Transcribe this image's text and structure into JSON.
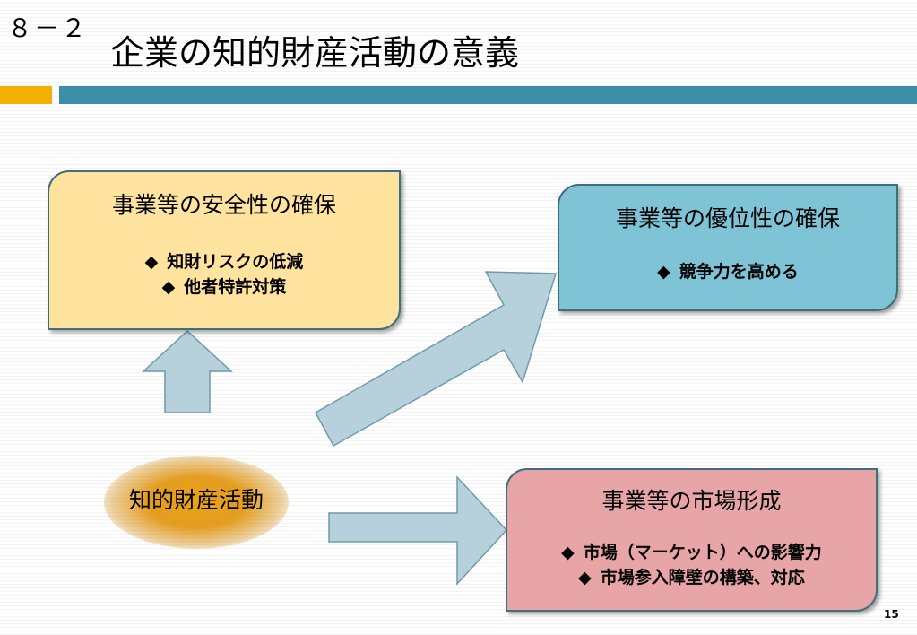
{
  "slide": {
    "section_number": "８－２",
    "title": "企業の知的財産活動の意義",
    "page_number": "15"
  },
  "center": {
    "label": "知的財産活動"
  },
  "boxes": {
    "safety": {
      "heading": "事業等の安全性の確保",
      "bullets": [
        "知財リスクの低減",
        "他者特許対策"
      ]
    },
    "superiority": {
      "heading": "事業等の優位性の確保",
      "bullets": [
        "競争力を高める"
      ]
    },
    "market": {
      "heading": "事業等の市場形成",
      "bullets": [
        "市場（マーケット）への影響力",
        "市場参入障壁の構築、対応"
      ]
    }
  },
  "bullet_glyph": "◆",
  "colors": {
    "accent_orange": "#f4b000",
    "accent_teal": "#3a8ea6",
    "safety_fill": "#ffe39e",
    "superiority_fill": "#7ec3d6",
    "market_fill": "#e8a5a8",
    "arrow_fill": "#b7d1dc",
    "glow": "#e9a317"
  }
}
